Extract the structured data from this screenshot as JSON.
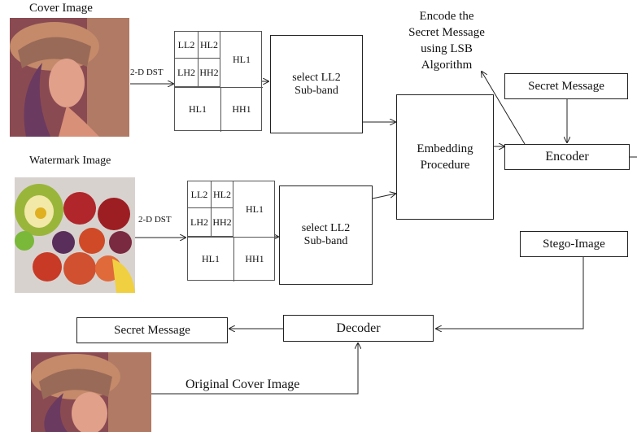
{
  "cover_label": "Cover Image",
  "watermark_label": "Watermark Image",
  "dst_label_1": "2-D DST",
  "dst_label_2": "2-D DST",
  "subbands": {
    "ll2": "LL2",
    "hl2": "HL2",
    "lh2": "LH2",
    "hh2": "HH2",
    "hl1_top": "HL1",
    "hl1_bottom": "HL1",
    "hh1": "HH1"
  },
  "select_box_1": {
    "line1": "select LL2",
    "line2": "Sub-band"
  },
  "select_box_2": {
    "line1": "select LL2",
    "line2": "Sub-band"
  },
  "embedding": {
    "line1": "Embedding",
    "line2": "Procedure"
  },
  "encode_note": {
    "line1": "Encode the",
    "line2": "Secret Message",
    "line3": "using LSB",
    "line4": "Algorithm"
  },
  "secret_message_top": "Secret Message",
  "encoder": "Encoder",
  "stego_image": "Stego-Image",
  "decoder": "Decoder",
  "secret_message_bottom": "Secret Message",
  "original_cover": "Original  Cover Image"
}
